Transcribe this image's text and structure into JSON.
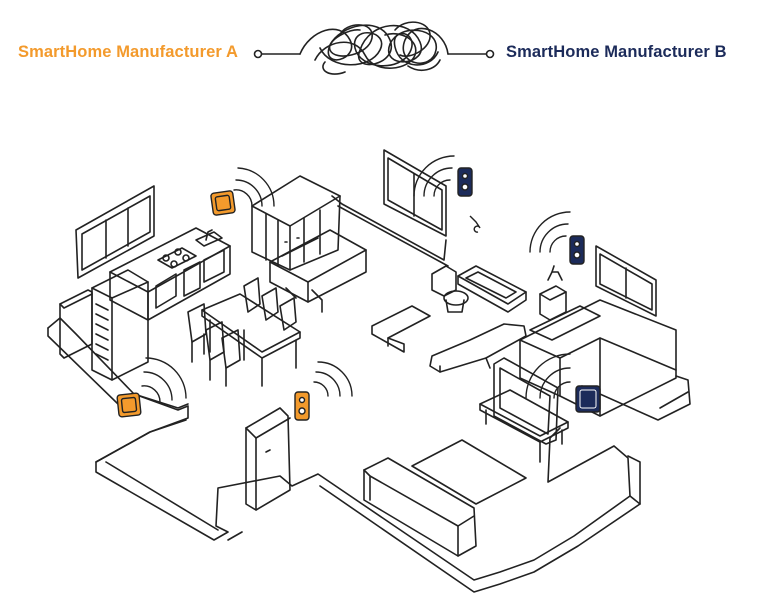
{
  "header": {
    "manufacturer_a": "SmartHome Manufacturer A",
    "manufacturer_b": "SmartHome Manufacturer B"
  },
  "colors": {
    "manufacturer_a": "#f39a2c",
    "manufacturer_b": "#1c2b5a",
    "line": "#222222"
  },
  "devices": {
    "manufacturer_a": [
      "hub-kitchen-wall",
      "hub-kitchen-floor",
      "sensor-door"
    ],
    "manufacturer_b": [
      "speaker-bathroom",
      "speaker-bedroom",
      "hub-tv-wall"
    ]
  }
}
